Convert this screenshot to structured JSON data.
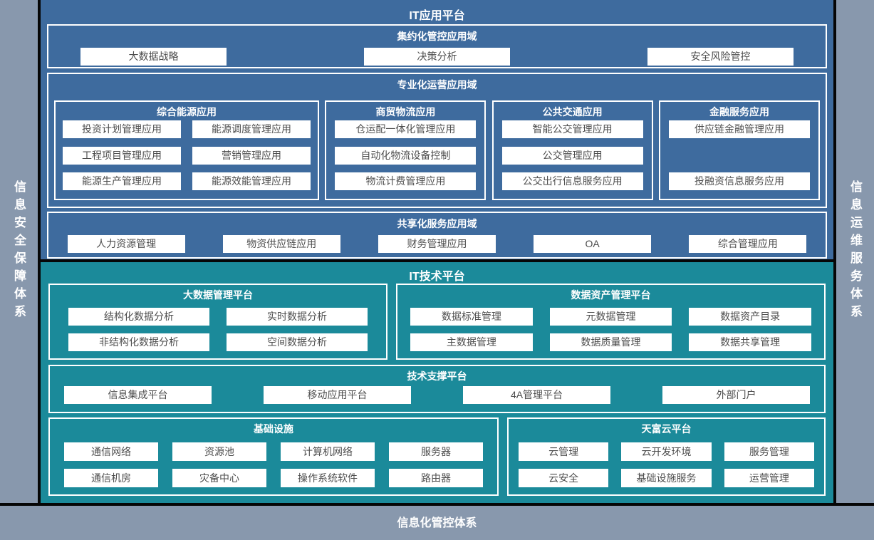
{
  "frame": {
    "left_rail_label": "信息安全保障体系",
    "right_rail_label": "信息运维服务体系",
    "bottom_rail_label": "信息化管控体系"
  },
  "colors": {
    "application_platform_blue": "#3e6b9e",
    "technology_platform_teal": "#1b8a9a",
    "rail_gray": "#8898ad",
    "divider_black": "#060606",
    "node_text_gray": "#4d4d4d",
    "node_background": "#ffffff"
  },
  "app_platform": {
    "title": "IT应用平台",
    "domains": [
      {
        "title": "集约化管控应用域",
        "items": [
          "大数据战略",
          "决策分析",
          "安全风险管控"
        ]
      },
      {
        "title": "专业化运营应用域",
        "groups": [
          {
            "title": "综合能源应用",
            "items": [
              "投资计划管理应用",
              "能源调度管理应用",
              "工程项目管理应用",
              "营销管理应用",
              "能源生产管理应用",
              "能源效能管理应用"
            ]
          },
          {
            "title": "商贸物流应用",
            "items": [
              "仓运配一体化管理应用",
              "自动化物流设备控制",
              "物流计费管理应用"
            ]
          },
          {
            "title": "公共交通应用",
            "items": [
              "智能公交管理应用",
              "公交管理应用",
              "公交出行信息服务应用"
            ]
          },
          {
            "title": "金融服务应用",
            "items": [
              "供应链金融管理应用",
              "投融资信息服务应用"
            ]
          }
        ]
      },
      {
        "title": "共享化服务应用域",
        "items": [
          "人力资源管理",
          "物资供应链应用",
          "财务管理应用",
          "OA",
          "综合管理应用"
        ]
      }
    ]
  },
  "tech_platform": {
    "title": "IT技术平台",
    "groups": [
      {
        "title": "大数据管理平台",
        "items": [
          "结构化数据分析",
          "实时数据分析",
          "非结构化数据分析",
          "空间数据分析"
        ]
      },
      {
        "title": "数据资产管理平台",
        "items": [
          "数据标准管理",
          "元数据管理",
          "数据资产目录",
          "主数据管理",
          "数据质量管理",
          "数据共享管理"
        ]
      },
      {
        "title": "技术支撑平台",
        "items": [
          "信息集成平台",
          "移动应用平台",
          "4A管理平台",
          "外部门户"
        ]
      },
      {
        "title": "基础设施",
        "items": [
          "通信网络",
          "资源池",
          "计算机网络",
          "服务器",
          "通信机房",
          "灾备中心",
          "操作系统软件",
          "路由器"
        ]
      },
      {
        "title": "天富云平台",
        "items": [
          "云管理",
          "云开发环境",
          "服务管理",
          "云安全",
          "基础设施服务",
          "运营管理"
        ]
      }
    ]
  }
}
